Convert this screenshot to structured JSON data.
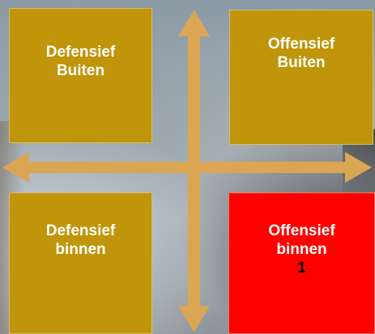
{
  "quadrants": {
    "top_left": {
      "line1": "Defensief",
      "line2": "Buiten"
    },
    "top_right": {
      "line1": "Offensief",
      "line2": "Buiten"
    },
    "bottom_left": {
      "line1": "Defensief",
      "line2": "binnen"
    },
    "bottom_right": {
      "line1": "Offensief",
      "line2": "binnen",
      "count": "1"
    }
  },
  "colors": {
    "quadrant": "#c0950a",
    "highlight": "#ff0000",
    "arrow": "#dba654",
    "text": "#ffffff",
    "count_text": "#000000"
  }
}
